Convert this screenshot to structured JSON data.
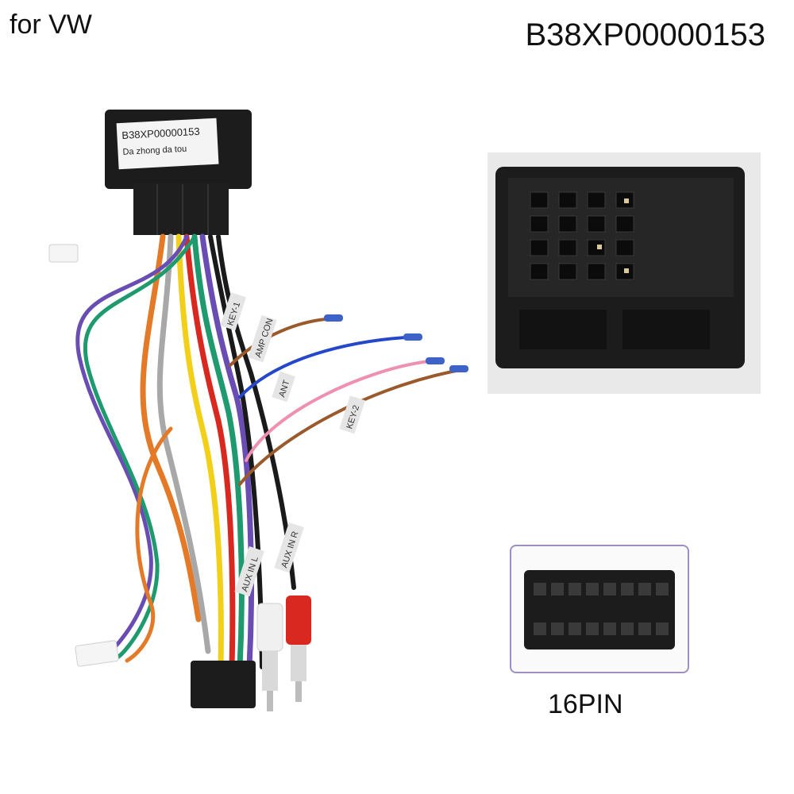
{
  "header": {
    "left_title": "for VW",
    "right_title": "B38XP00000153"
  },
  "harness": {
    "module_label_line1": "B38XP00000153",
    "module_label_line2": "Da zhong da tou",
    "tags": [
      "KEY-1",
      "AMP CON",
      "ANT",
      "KEY-2",
      "AUX IN L",
      "AUX IN R"
    ]
  },
  "pin_connector": {
    "label": "16PIN"
  },
  "colors": {
    "wire_orange": "#e47a27",
    "wire_purple": "#6a4db3",
    "wire_green": "#1e9a6e",
    "wire_yellow": "#f2d01a",
    "wire_red": "#d9281f",
    "wire_brown": "#9a5a2b",
    "wire_blue": "#2448c9",
    "wire_pink": "#ef8fb1",
    "wire_gray": "#a8a8a8",
    "wire_black": "#1a1a1a",
    "connector_black": "#1c1c1c",
    "frame_purple": "#9d8fc4"
  }
}
